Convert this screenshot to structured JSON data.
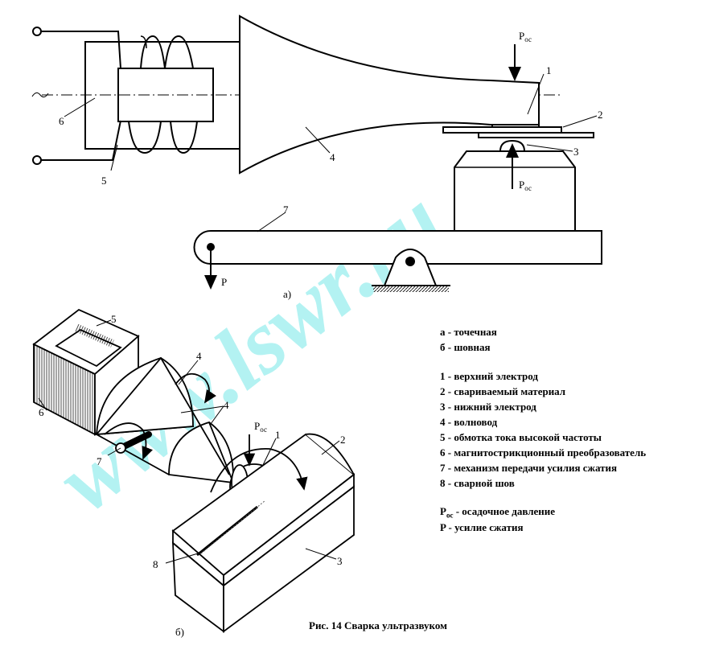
{
  "diagram": {
    "part_a_label": "а)",
    "part_b_label": "б)",
    "force_p": "P",
    "force_p_os_main": "P",
    "force_p_os_sub": "ос",
    "numbers": [
      "1",
      "2",
      "3",
      "4",
      "5",
      "6",
      "7",
      "8"
    ]
  },
  "legend": {
    "types": [
      "а - точечная",
      "б - шовная"
    ],
    "items": [
      "1 - верхний электрод",
      "2 - свариваемый материал",
      "3 - нижний электрод",
      "4 - волновод",
      "5 - обмотка тока высокой частоты",
      "6 - магнитострикционный преобразователь",
      "7 - механизм передачи усилия сжатия",
      "8 - сварной шов"
    ],
    "forces": [
      {
        "main": "P",
        "sub": "ос",
        "rest": " - осадочное давление"
      },
      {
        "main": "P",
        "sub": "",
        "rest": " - усилие сжатия"
      }
    ]
  },
  "caption": "Рис. 14  Сварка ультразвуком",
  "watermark": {
    "text": "www.lswr.ru",
    "color": "#b3f2f2"
  }
}
